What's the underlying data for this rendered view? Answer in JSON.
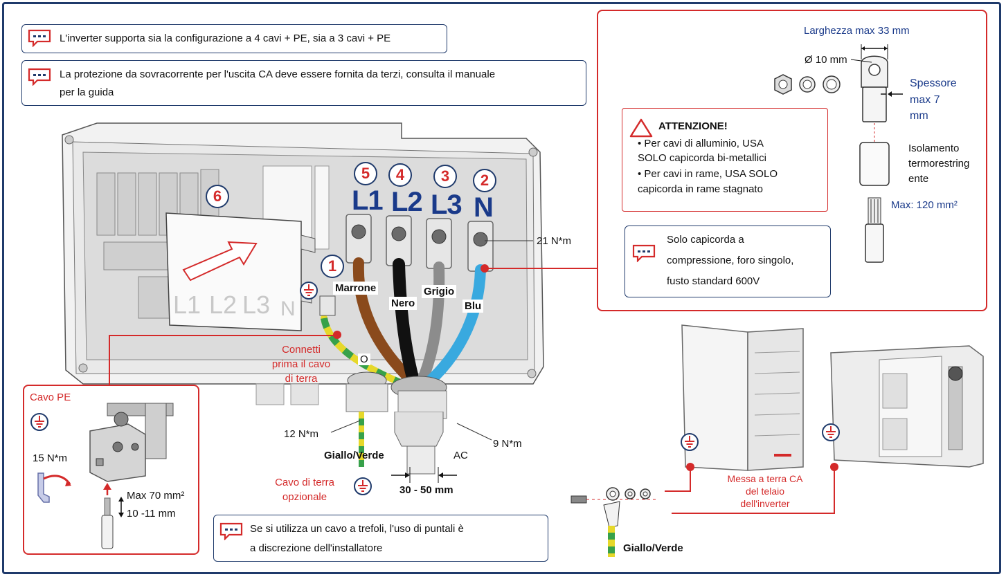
{
  "notes": {
    "wiring_config": "L'inverter supporta sia la configurazione a 4 cavi + PE, sia a 3 cavi + PE",
    "overcurrent_line1": "La protezione da sovracorrente per l'uscita CA deve essere fornita da terzi, consulta il manuale",
    "overcurrent_line2": "per la guida",
    "lug_line1": "Solo capicorda a",
    "lug_line2": "compressione, foro singolo,",
    "lug_line3": "fusto standard 600V",
    "stranded_line1": "Se si utilizza un cavo a trefoli, l'uso di puntali è",
    "stranded_line2": "a discrezione dell'installatore"
  },
  "warning": {
    "title": "ATTENZIONE!",
    "line1": "• Per cavi di alluminio, USA",
    "line2": "SOLO capicorda bi-metallici",
    "line3": "• Per cavi in rame, USA SOLO",
    "line4": "capicorda in rame stagnato"
  },
  "lug_spec": {
    "width": "Larghezza max 33 mm",
    "hole": "Ø 10 mm",
    "thickness_line1": "Spessore",
    "thickness_line2": "max 7",
    "thickness_line3": "mm",
    "insulation_line1": "Isolamento",
    "insulation_line2": "termorestring",
    "insulation_line3": "ente",
    "max_section": "Max: 120 mm²"
  },
  "terminals": {
    "numbers": [
      "5",
      "4",
      "3",
      "2"
    ],
    "phases": [
      "L1",
      "L2",
      "L3",
      "N"
    ],
    "pe_number": "1",
    "cover_number": "6",
    "cover_phases": [
      "L1",
      "L2",
      "L3",
      "N"
    ]
  },
  "wires": {
    "brown": "Marrone",
    "black": "Nero",
    "grey": "Grigio",
    "blue": "Blu",
    "ring": "O"
  },
  "torques": {
    "terminal": "21 N*m",
    "gland_small": "12 N*m",
    "gland_ac": "9 N*m",
    "pe_terminal": "15 N*m"
  },
  "connect_first": {
    "line1": "Connetti",
    "line2": "prima il cavo",
    "line3": "di terra"
  },
  "cable": {
    "yellow_green": "Giallo/Verde",
    "ac_label": "AC",
    "diameter": "30 - 50 mm",
    "optional_line1": "Cavo di terra",
    "optional_line2": "opzionale"
  },
  "pe_box": {
    "title": "Cavo PE",
    "max_section": "Max 70 mm²",
    "strip_length": "10 -11 mm"
  },
  "frame_ground": {
    "line1": "Messa a terra CA",
    "line2": "del telaio",
    "line3": "dell'inverter",
    "cable": "Giallo/Verde"
  },
  "colors": {
    "navy": "#1f3a6b",
    "red": "#d42a2a",
    "brown": "#8a4a1c",
    "black": "#111111",
    "grey": "#8c8c8c",
    "blue": "#39a9df",
    "yellow": "#e6d82a",
    "green": "#37a14a"
  },
  "icons": [
    "chat-bubble-icon",
    "warning-triangle-icon",
    "ground-icon",
    "wrench-icon",
    "arrow-icon"
  ]
}
